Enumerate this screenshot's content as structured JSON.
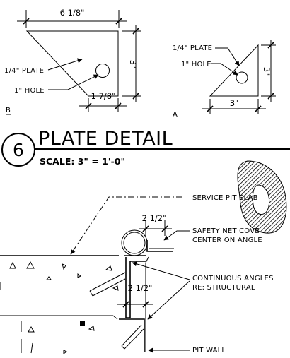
{
  "plate_details": {
    "detail_b": {
      "dimension_top": "6 1/8\"",
      "dimension_side": "3\"",
      "dimension_bottom": "1 7/8\"",
      "plate_label": "1/4\" PLATE",
      "hole_label": "1\" HOLE",
      "detail_letter": "B"
    },
    "detail_a": {
      "plate_label": "1/4\" PLATE",
      "hole_label": "1\" HOLE",
      "dimension_side": "3\"",
      "dimension_bottom": "3\"",
      "detail_letter": "A"
    }
  },
  "title_block": {
    "number": "6",
    "title": "PLATE DETAIL",
    "scale": "SCALE: 3\" = 1'-0\""
  },
  "section": {
    "dimension_upper": "2 1/2\"",
    "dimension_lower": "2 1/2\"",
    "callouts": {
      "service_slab": "SERVICE PIT SLAB",
      "safety_net_1": "SAFETY NET COVE",
      "safety_net_2": "CENTER ON ANGLE",
      "angles_1": "CONTINUOUS ANGLES",
      "angles_2": "RE: STRUCTURAL",
      "pit_wall": "PIT WALL"
    }
  }
}
